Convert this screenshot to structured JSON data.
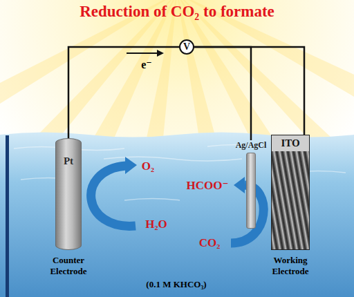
{
  "diagram": {
    "title": "Reduction of CO₂ to formate",
    "nodes": [
      {
        "text": [
          "Pt",
          "Counter Electrode"
        ]
      },
      {
        "text": [
          "V"
        ]
      },
      {
        "text": [
          "Ag/AgCl"
        ]
      },
      {
        "text": [
          "ITO",
          "Working Electrode"
        ]
      }
    ],
    "edges": [
      {
        "from": 0,
        "to": 1,
        "arrow": "none"
      },
      {
        "from": 1,
        "to": 3,
        "arrow": "none"
      },
      {
        "from": 2,
        "to": 1,
        "arrow": "none"
      }
    ],
    "labels": [
      "e⁻",
      "O₂",
      "H₂O",
      "HCOO⁻",
      "CO₂",
      "(0.1 M KHCO₃)"
    ]
  }
}
